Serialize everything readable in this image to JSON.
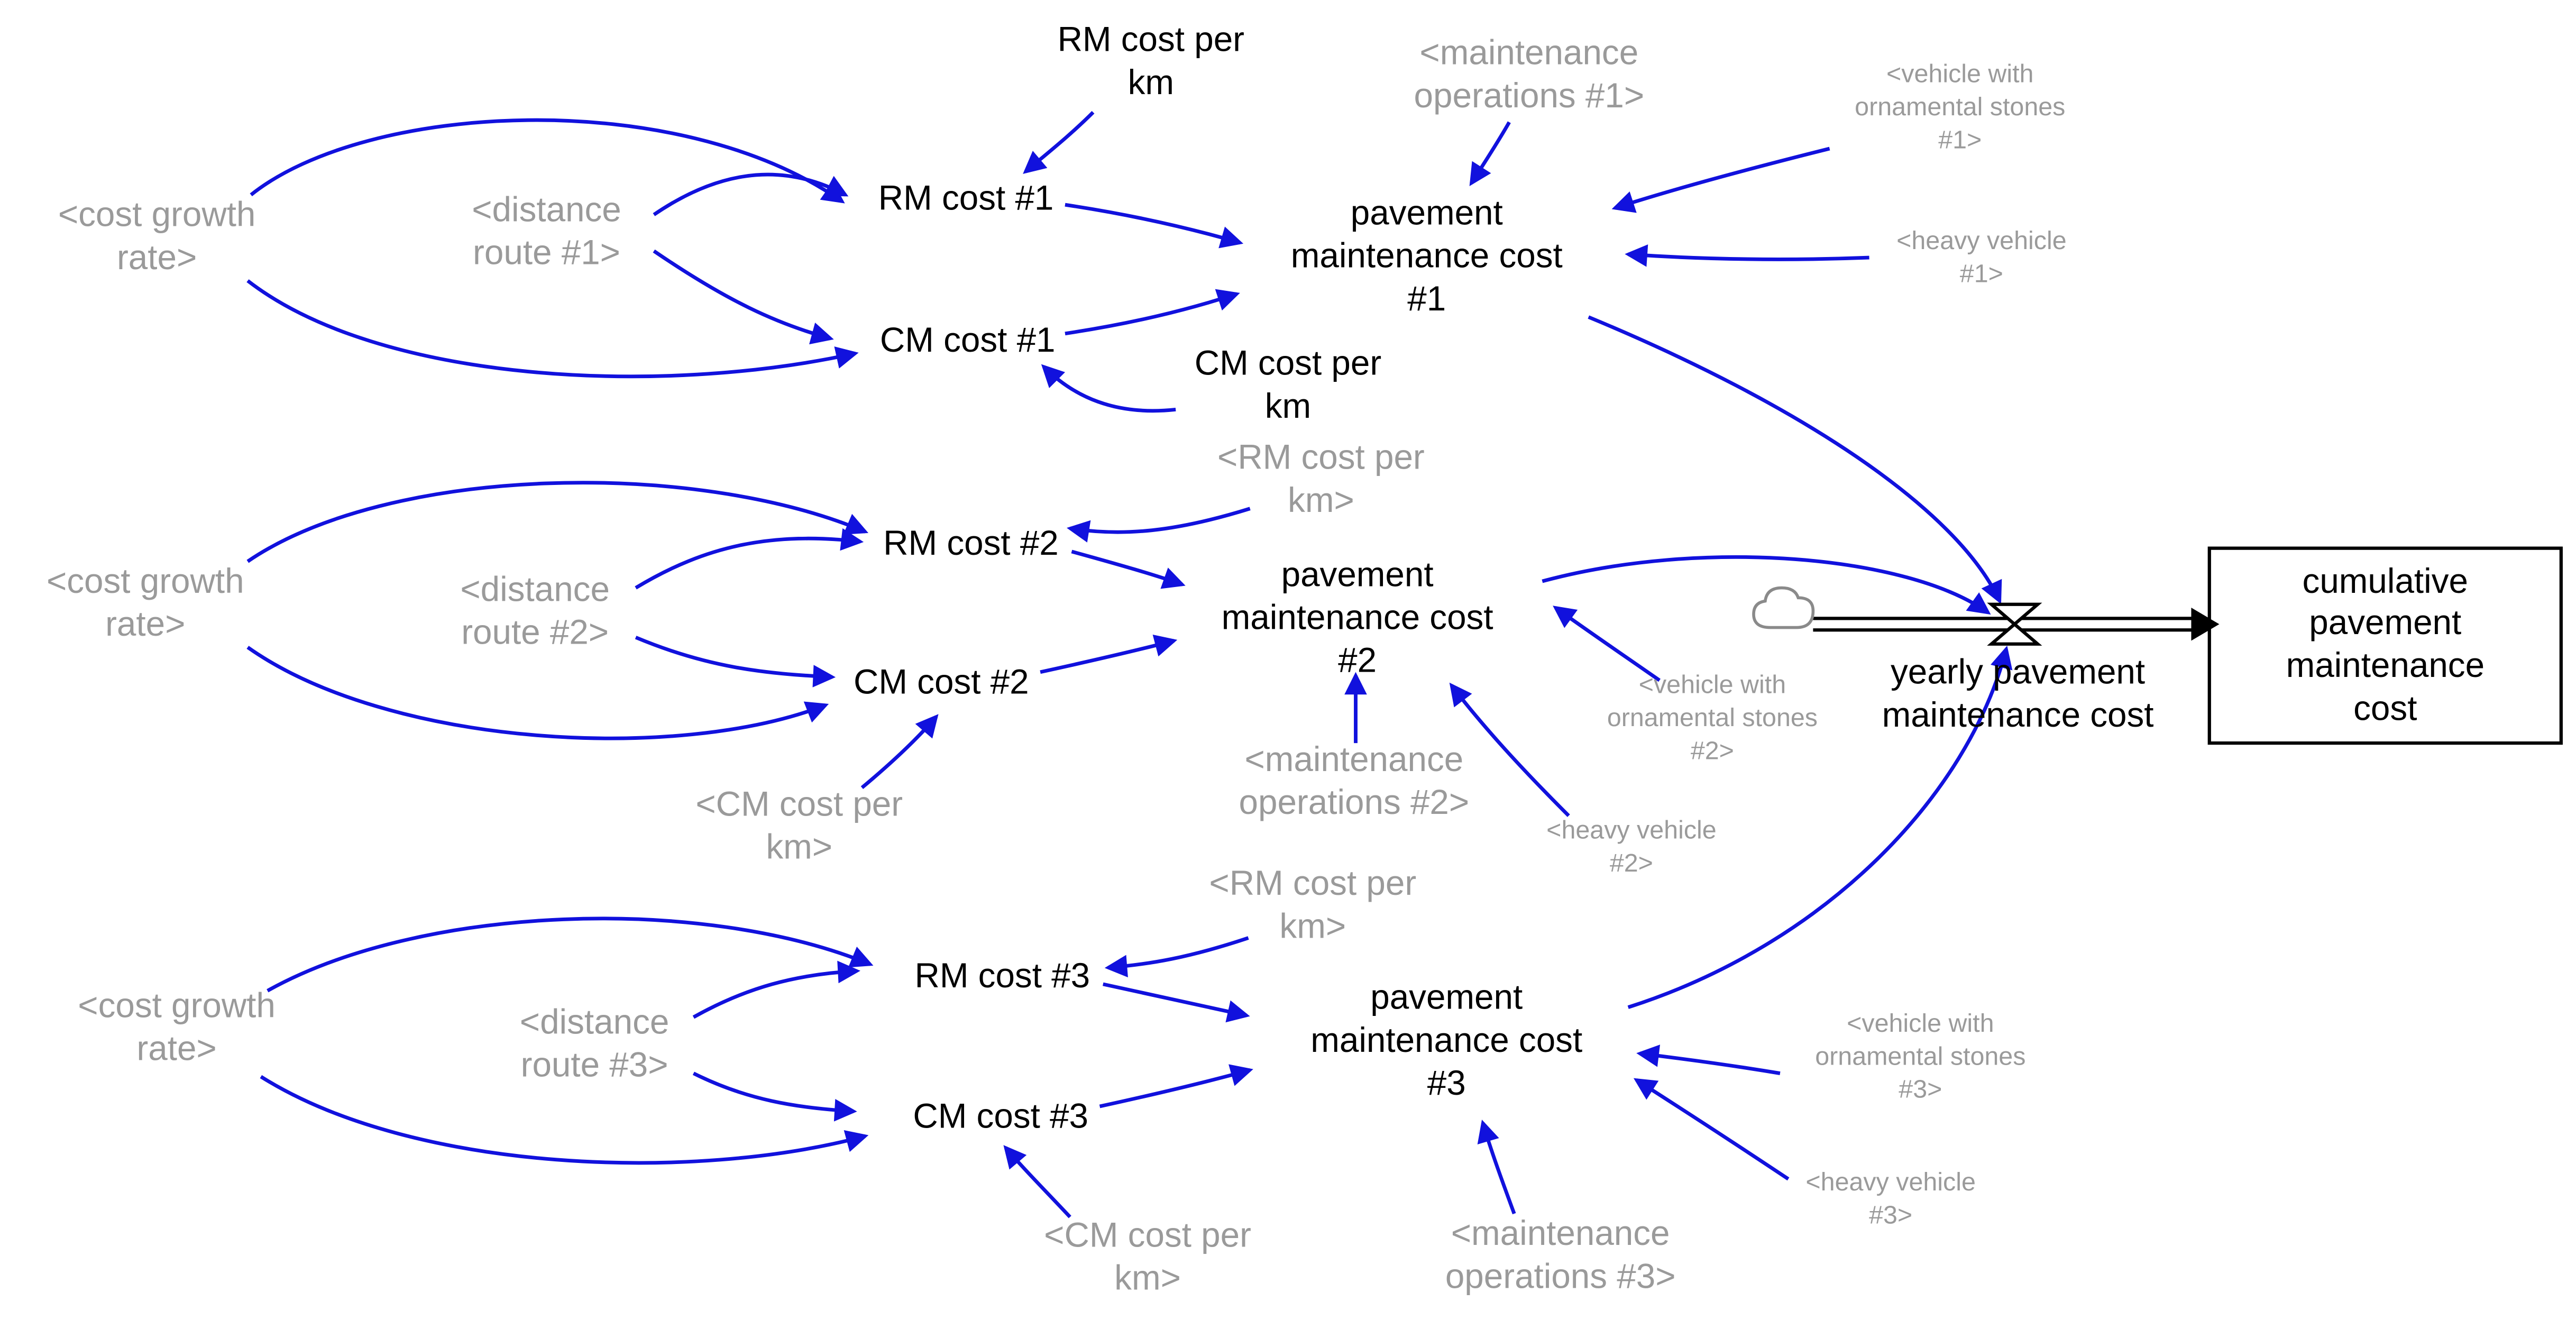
{
  "diagram": {
    "type": "stock-and-flow",
    "colors": {
      "link": "#1111dd",
      "shadow_text": "#9a9a9a",
      "text": "#000000",
      "flow": "#000000"
    }
  },
  "nodes": {
    "rm_cost_per_km": "RM cost per\nkm",
    "rm_cost_1": "RM cost #1",
    "cm_cost_1": "CM cost #1",
    "cm_cost_per_km": "CM cost per\nkm",
    "pavement_maintenance_cost_1": "pavement\nmaintenance cost\n#1",
    "maintenance_operations_1": "<maintenance\noperations #1>",
    "vehicle_ornamental_1": "<vehicle with\nornamental stones\n#1>",
    "heavy_vehicle_1": "<heavy vehicle\n#1>",
    "cost_growth_rate_1": "<cost growth\nrate>",
    "distance_route_1": "<distance\nroute #1>",
    "rm_cost_per_km_2": "<RM cost per\nkm>",
    "rm_cost_2": "RM cost #2",
    "cm_cost_2": "CM cost #2",
    "cost_growth_rate_2": "<cost growth\nrate>",
    "distance_route_2": "<distance\nroute #2>",
    "pavement_maintenance_cost_2": "pavement\nmaintenance cost\n#2",
    "vehicle_ornamental_2": "<vehicle with\nornamental stones\n#2>",
    "maintenance_operations_2": "<maintenance\noperations #2>",
    "heavy_vehicle_2": "<heavy vehicle\n#2>",
    "cm_cost_per_km_2": "<CM cost per\nkm>",
    "rm_cost_per_km_3": "<RM cost per\nkm>",
    "rm_cost_3": "RM cost #3",
    "cm_cost_3": "CM cost #3",
    "cost_growth_rate_3": "<cost growth\nrate>",
    "distance_route_3": "<distance\nroute #3>",
    "pavement_maintenance_cost_3": "pavement\nmaintenance cost\n#3",
    "vehicle_ornamental_3": "<vehicle with\nornamental stones\n#3>",
    "heavy_vehicle_3": "<heavy vehicle\n#3>",
    "cm_cost_per_km_3": "<CM cost per\nkm>",
    "maintenance_operations_3": "<maintenance\noperations #3>",
    "yearly_flow": "yearly pavement\nmaintenance cost",
    "stock": "cumulative\npavement\nmaintenance\ncost"
  },
  "edges": [
    {
      "from": "cost growth rate",
      "to": "RM cost #1"
    },
    {
      "from": "cost growth rate",
      "to": "CM cost #1"
    },
    {
      "from": "distance route #1",
      "to": "RM cost #1"
    },
    {
      "from": "distance route #1",
      "to": "CM cost #1"
    },
    {
      "from": "RM cost per km",
      "to": "RM cost #1"
    },
    {
      "from": "CM cost per km",
      "to": "CM cost #1"
    },
    {
      "from": "RM cost #1",
      "to": "pavement maintenance cost #1"
    },
    {
      "from": "CM cost #1",
      "to": "pavement maintenance cost #1"
    },
    {
      "from": "maintenance operations #1",
      "to": "pavement maintenance cost #1"
    },
    {
      "from": "vehicle with ornamental stones #1",
      "to": "pavement maintenance cost #1"
    },
    {
      "from": "heavy vehicle #1",
      "to": "pavement maintenance cost #1"
    },
    {
      "from": "pavement maintenance cost #1",
      "to": "yearly pavement maintenance cost"
    },
    {
      "from": "cost growth rate",
      "to": "RM cost #2"
    },
    {
      "from": "cost growth rate",
      "to": "CM cost #2"
    },
    {
      "from": "distance route #2",
      "to": "RM cost #2"
    },
    {
      "from": "distance route #2",
      "to": "CM cost #2"
    },
    {
      "from": "RM cost per km",
      "to": "RM cost #2"
    },
    {
      "from": "CM cost per km",
      "to": "CM cost #2"
    },
    {
      "from": "RM cost #2",
      "to": "pavement maintenance cost #2"
    },
    {
      "from": "CM cost #2",
      "to": "pavement maintenance cost #2"
    },
    {
      "from": "maintenance operations #2",
      "to": "pavement maintenance cost #2"
    },
    {
      "from": "vehicle with ornamental stones #2",
      "to": "pavement maintenance cost #2"
    },
    {
      "from": "heavy vehicle #2",
      "to": "pavement maintenance cost #2"
    },
    {
      "from": "pavement maintenance cost #2",
      "to": "yearly pavement maintenance cost"
    },
    {
      "from": "cost growth rate",
      "to": "RM cost #3"
    },
    {
      "from": "cost growth rate",
      "to": "CM cost #3"
    },
    {
      "from": "distance route #3",
      "to": "RM cost #3"
    },
    {
      "from": "distance route #3",
      "to": "CM cost #3"
    },
    {
      "from": "RM cost per km",
      "to": "RM cost #3"
    },
    {
      "from": "CM cost per km",
      "to": "CM cost #3"
    },
    {
      "from": "RM cost #3",
      "to": "pavement maintenance cost #3"
    },
    {
      "from": "CM cost #3",
      "to": "pavement maintenance cost #3"
    },
    {
      "from": "maintenance operations #3",
      "to": "pavement maintenance cost #3"
    },
    {
      "from": "vehicle with ornamental stones #3",
      "to": "pavement maintenance cost #3"
    },
    {
      "from": "heavy vehicle #3",
      "to": "pavement maintenance cost #3"
    },
    {
      "from": "pavement maintenance cost #3",
      "to": "yearly pavement maintenance cost"
    },
    {
      "from": "yearly pavement maintenance cost",
      "to": "cumulative pavement maintenance cost"
    }
  ]
}
